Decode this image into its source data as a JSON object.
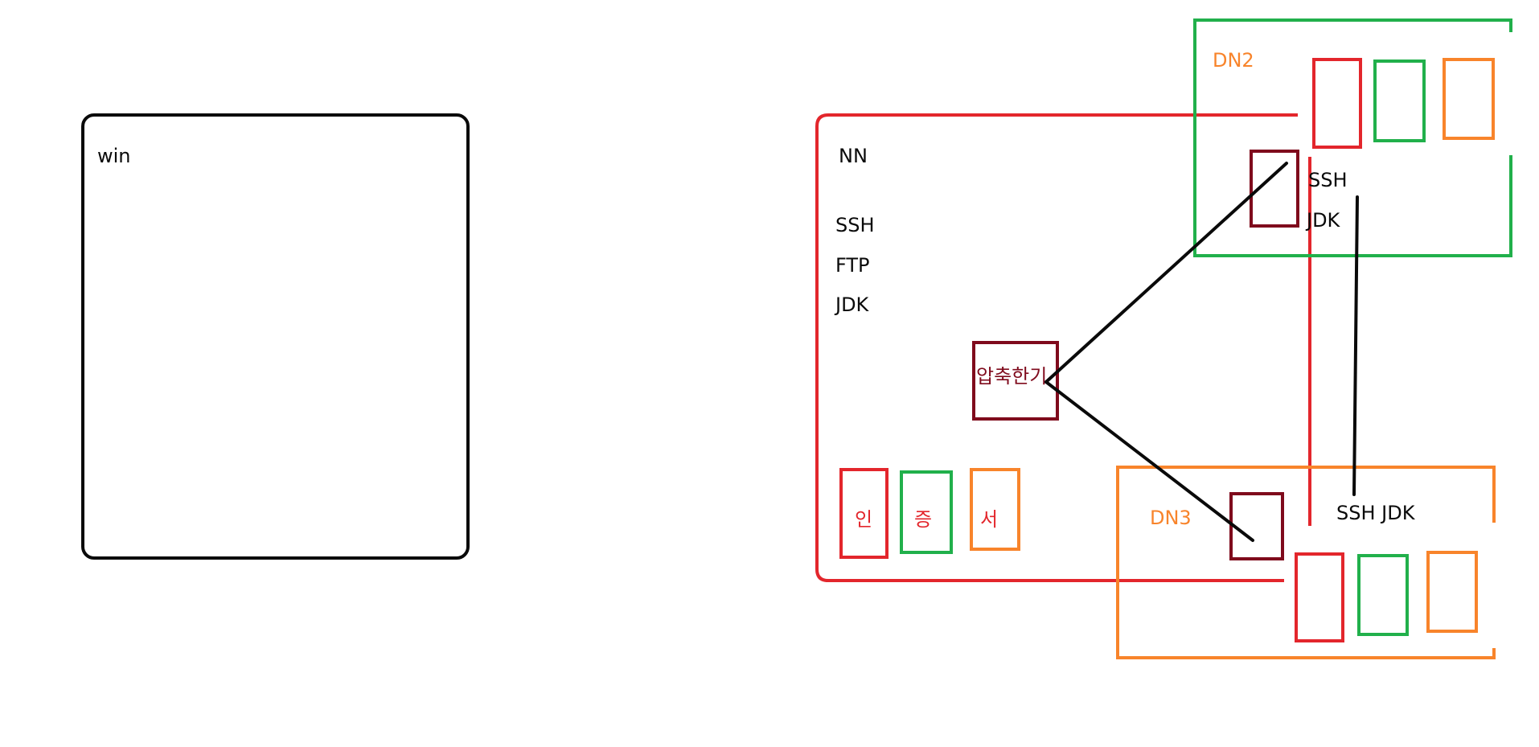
{
  "colors": {
    "black": "#0a0a0a",
    "red": "#e3262c",
    "green": "#21b04b",
    "orange": "#f8842b",
    "maroon": "#7f0a1c"
  },
  "win": {
    "label": "win"
  },
  "nn": {
    "label": "NN",
    "services": [
      "SSH",
      "FTP",
      "JDK"
    ],
    "compress_label": "압축한기",
    "cert_chars": [
      "인",
      "증",
      "서"
    ]
  },
  "dn2": {
    "label": "DN2",
    "services": [
      "SSH",
      "JDK"
    ]
  },
  "dn3": {
    "label": "DN3",
    "services_label": "SSH JDK"
  }
}
